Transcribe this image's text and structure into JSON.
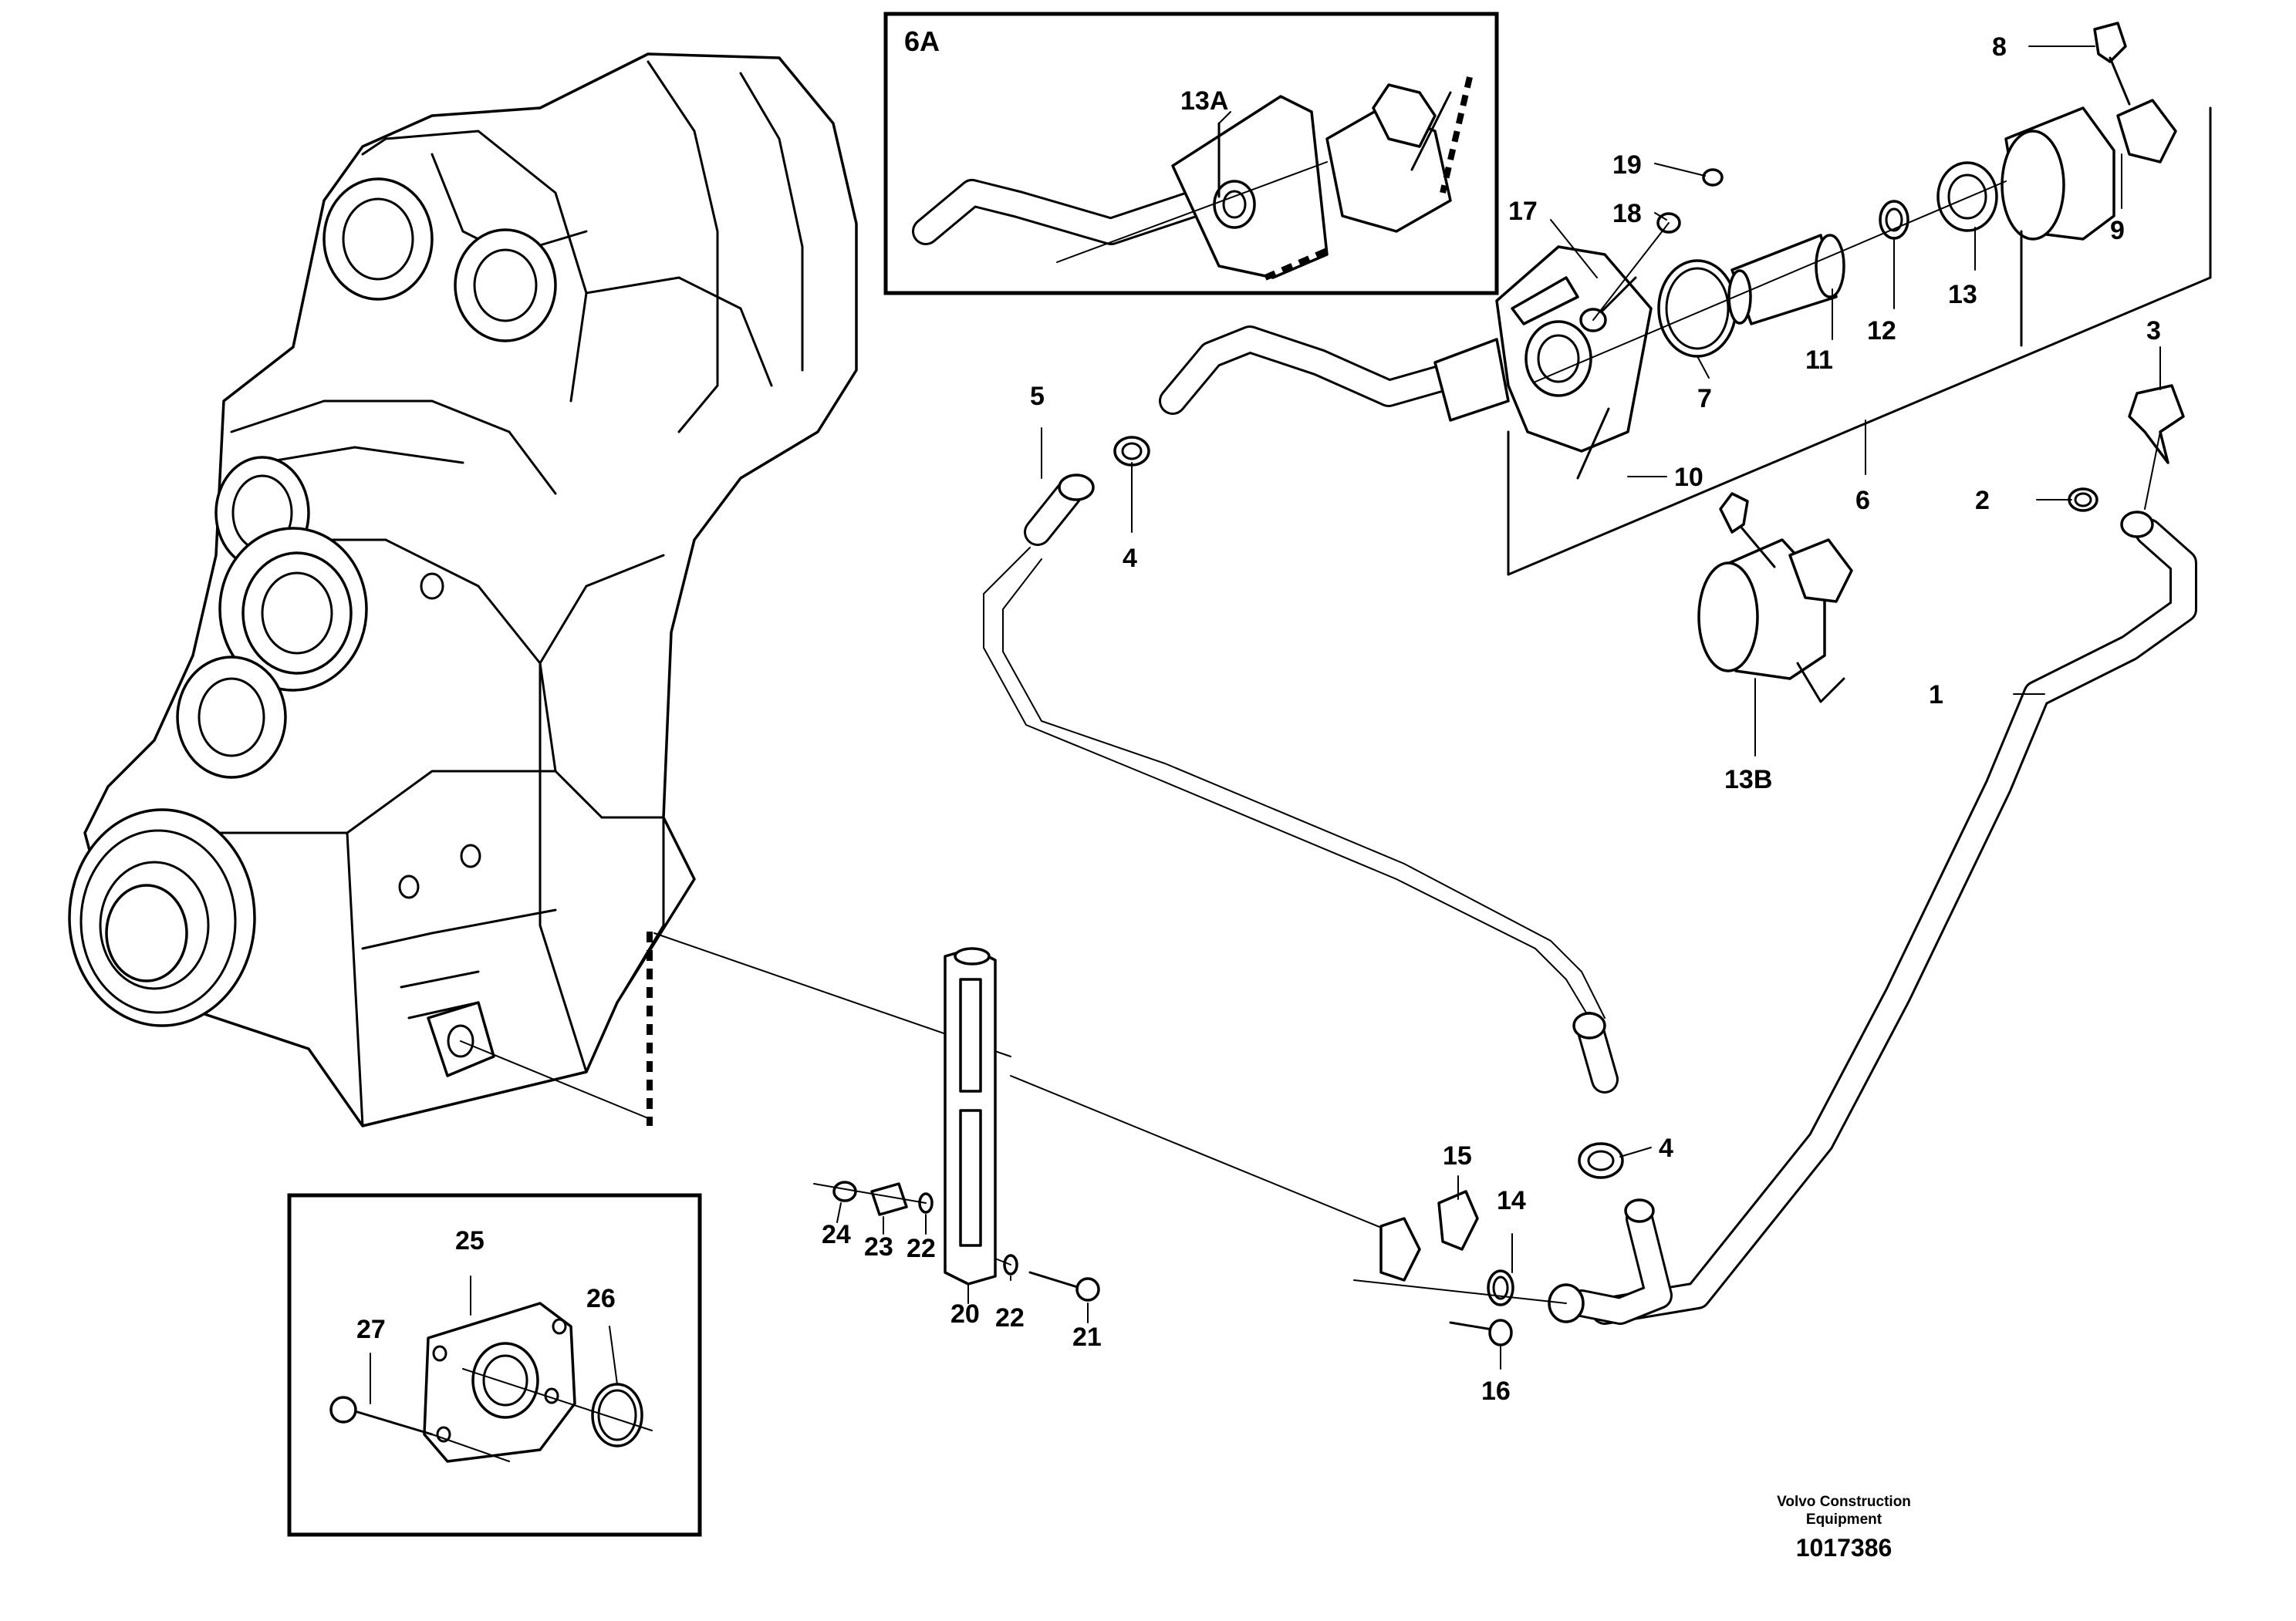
{
  "callouts": {
    "c1": "1",
    "c2": "2",
    "c3": "3",
    "c4a": "4",
    "c4b": "4",
    "c5": "5",
    "c6": "6",
    "c7": "7",
    "c8": "8",
    "c9": "9",
    "c10": "10",
    "c11": "11",
    "c12": "12",
    "c13": "13",
    "c13b": "13B",
    "c14": "14",
    "c15": "15",
    "c16": "16",
    "c17": "17",
    "c18": "18",
    "c19": "19",
    "c20": "20",
    "c21": "21",
    "c22a": "22",
    "c22b": "22",
    "c23": "23",
    "c24": "24",
    "c13a": "13A",
    "c25": "25",
    "c26": "26",
    "c27": "27"
  },
  "detail_boxes": {
    "box_6a_title": "6A"
  },
  "footer": {
    "credit_line1": "Volvo Construction",
    "credit_line2": "Equipment",
    "document_number": "1017386"
  },
  "colors": {
    "ink": "#000000",
    "paper": "#ffffff"
  }
}
